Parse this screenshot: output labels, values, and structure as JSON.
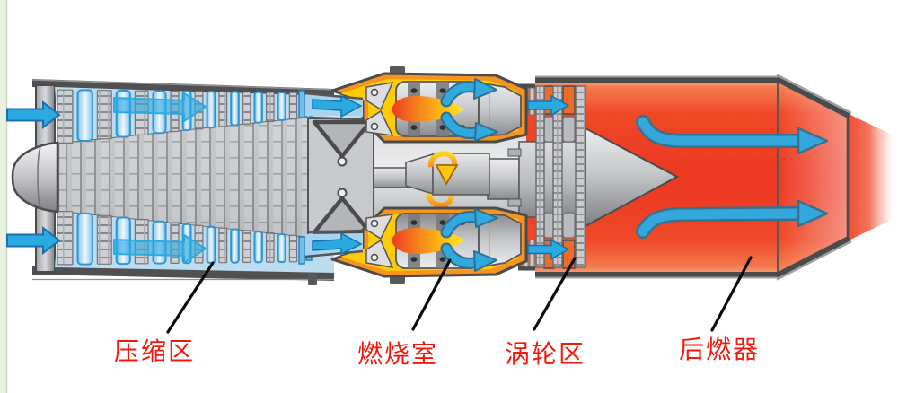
{
  "diagram": {
    "labels": [
      {
        "id": "compression-zone",
        "text": "压缩区"
      },
      {
        "id": "combustion-chamber",
        "text": "燃烧室"
      },
      {
        "id": "turbine-zone",
        "text": "涡轮区"
      },
      {
        "id": "afterburner",
        "text": "后燃器"
      }
    ],
    "label_color": "#f2190a",
    "colors": {
      "flow_arrow_blue": "#2baae2",
      "combustor_shell_orange": "#f7941e",
      "combustor_liner_yellow": "#ffcb05",
      "afterburner_red": "#ed3a22",
      "flame_orange": "#f58a1d",
      "flame_yellow": "#ffd91f",
      "metal_gray": "#c6c8cb",
      "casing_dark": "#4a4b4d",
      "margin_strip_green": "#e9f1df"
    },
    "icons": [
      {
        "name": "flow-arrow-icon",
        "meaning": "air/gas flow direction"
      },
      {
        "name": "rotation-arrow-icon",
        "meaning": "shaft rotation"
      },
      {
        "name": "flame-icon",
        "meaning": "combustion flame"
      }
    ]
  }
}
